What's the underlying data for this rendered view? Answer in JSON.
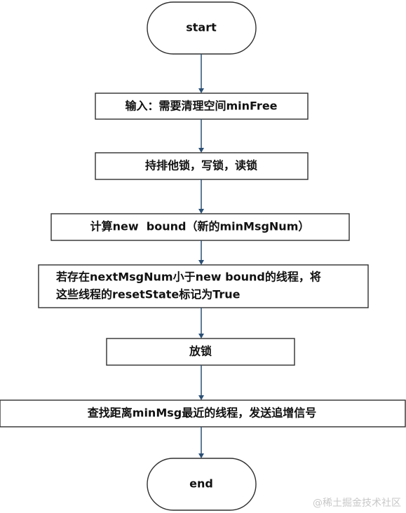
{
  "flowchart": {
    "start": "start",
    "steps": {
      "input": "输入：需要清理空间minFree",
      "lock": "持排他锁，写锁，读锁",
      "compute": "计算new  bound（新的minMsgNum）",
      "mark_line1": "若存在nextMsgNum小于new bound的线程，将",
      "mark_line2": "这些线程的resetState标记为True",
      "unlock": "放锁",
      "signal": "查找距离minMsg最近的线程，发送追增信号"
    },
    "end": "end"
  },
  "watermark": {
    "text": "@稀土掘金技术社区"
  },
  "colors": {
    "arrow": "#2b4f74",
    "border": "#2f2f2f",
    "text": "#111111"
  }
}
